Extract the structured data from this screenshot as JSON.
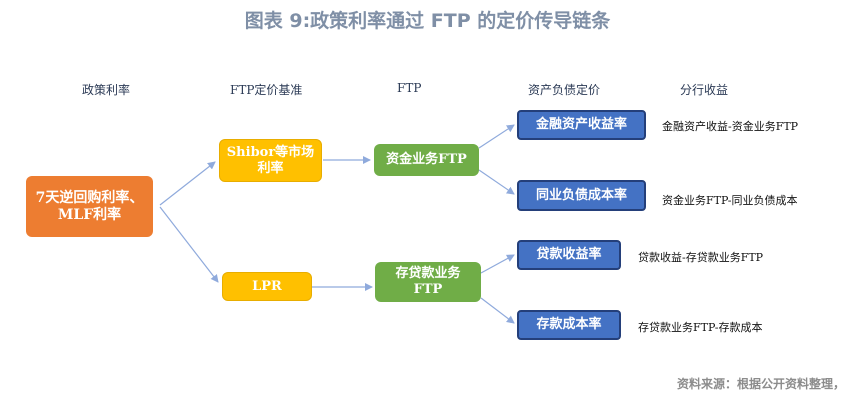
{
  "title": "图表 9:政策利率通过 FTP 的定价传导链条",
  "column_headers": {
    "policy_rate": "政策利率",
    "ftp_benchmark": "FTP定价基准",
    "ftp": "FTP",
    "asset_liability_pricing": "资产负债定价",
    "segment_income": "分行收益"
  },
  "nodes": {
    "policy": "7天逆回购利率、MLF利率",
    "shibor": "Shibor等市场利率",
    "lpr": "LPR",
    "asset_ftp": "资金业务FTP",
    "loan_deposit_ftp": "存贷款业务FTP",
    "financial_asset_yield": "金融资产收益率",
    "interbank_liability_cost": "同业负债成本率",
    "loan_yield": "贷款收益率",
    "deposit_cost": "存款成本率"
  },
  "relations": {
    "r1": "金融资产收益-资金业务FTP",
    "r2": "资金业务FTP-同业负债成本",
    "r3": "贷款收益-存贷款业务FTP",
    "r4": "存贷款业务FTP-存款成本"
  },
  "source": "资料来源：根据公开资料整理，",
  "colors": {
    "orange": "#ed7d31",
    "yellow": "#ffc000",
    "green": "#70ad47",
    "blue": "#4472c4",
    "arrow": "#8faadc"
  }
}
